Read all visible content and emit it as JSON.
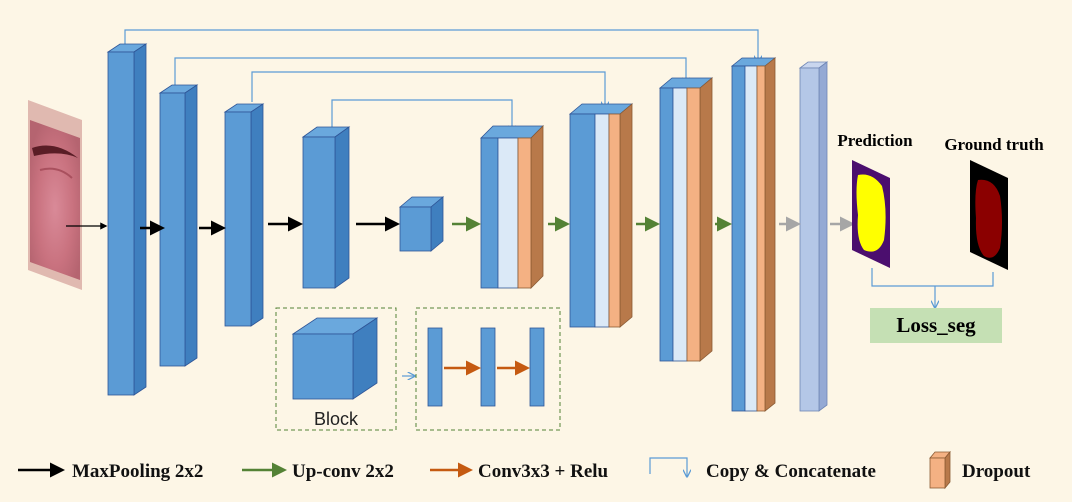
{
  "labels": {
    "prediction": "Prediction",
    "ground_truth": "Ground truth",
    "loss": "Loss_seg",
    "block": "Block"
  },
  "legend": {
    "maxpool": "MaxPooling 2x2",
    "upconv": "Up-conv 2x2",
    "conv": "Conv3x3 + Relu",
    "copy": "Copy & Concatenate",
    "dropout": "Dropout"
  },
  "colors": {
    "background": "#fdf6e6",
    "block_blue": "#5b9bd5",
    "block_light": "#dbe9f7",
    "dropout": "#f4b183",
    "final_layer": "#b4c7e7",
    "maxpool_arrow": "#000000",
    "upconv_arrow": "#548235",
    "conv_arrow": "#c55a11",
    "copy_line": "#5b9bd5",
    "loss_box": "#c5e0b4",
    "prediction_fill": "#ffff00",
    "prediction_border": "#4b0e6e",
    "ground_truth_fill": "#8b0000"
  },
  "icons": {
    "input_image": "tongue-photo",
    "prediction_mask": "yellow-mask",
    "ground_truth_mask": "red-mask"
  }
}
